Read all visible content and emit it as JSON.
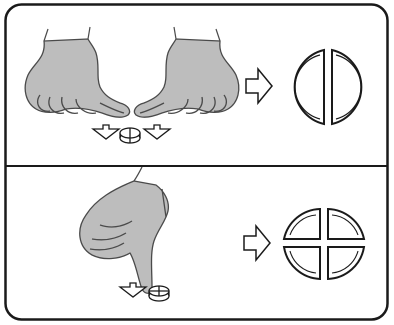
{
  "panels": [
    {
      "id": "split-in-half",
      "hands": "two-hands-pressing",
      "tablet_shown": "round-scored-tablet",
      "result": "two-halves",
      "arrow_icons": [
        "down-arrow-icon",
        "down-arrow-icon",
        "right-arrow-icon"
      ]
    },
    {
      "id": "split-in-quarters",
      "hands": "one-hand-pressing-thumb",
      "tablet_shown": "round-cross-scored-tablet",
      "result": "four-quarters",
      "arrow_icons": [
        "down-arrow-icon",
        "right-arrow-icon"
      ]
    }
  ],
  "colors": {
    "outline": "#1a1a1a",
    "hand_fill": "#bdbdbd",
    "hand_stroke": "#4a4a4a",
    "background": "#ffffff"
  }
}
